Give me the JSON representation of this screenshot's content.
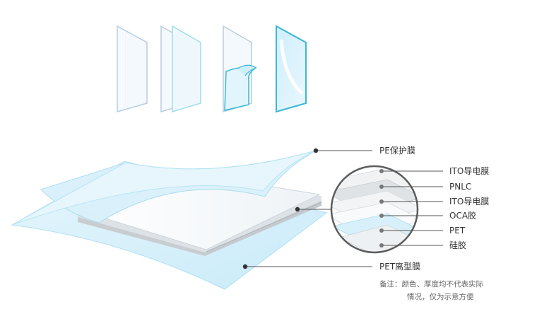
{
  "labels": {
    "pet_protective_film": "PE保护膜",
    "ito_top": "ITO导电膜",
    "pnlc": "PNLC",
    "ito_bottom": "ITO导电膜",
    "oca": "OCA胶",
    "pet": "PET",
    "silicone": "硅胶",
    "pet_release_film": "PET离型膜"
  },
  "note": {
    "line1": "备注：颜色、厚度均不代表实际",
    "line2": "情况，仅为示意方便"
  },
  "colors": {
    "glass_edge": "#b7cde0",
    "cyan_edge": "#39b7d8",
    "film_fill": "#dff2fb",
    "leader": "#555555",
    "dot": "#333333"
  }
}
